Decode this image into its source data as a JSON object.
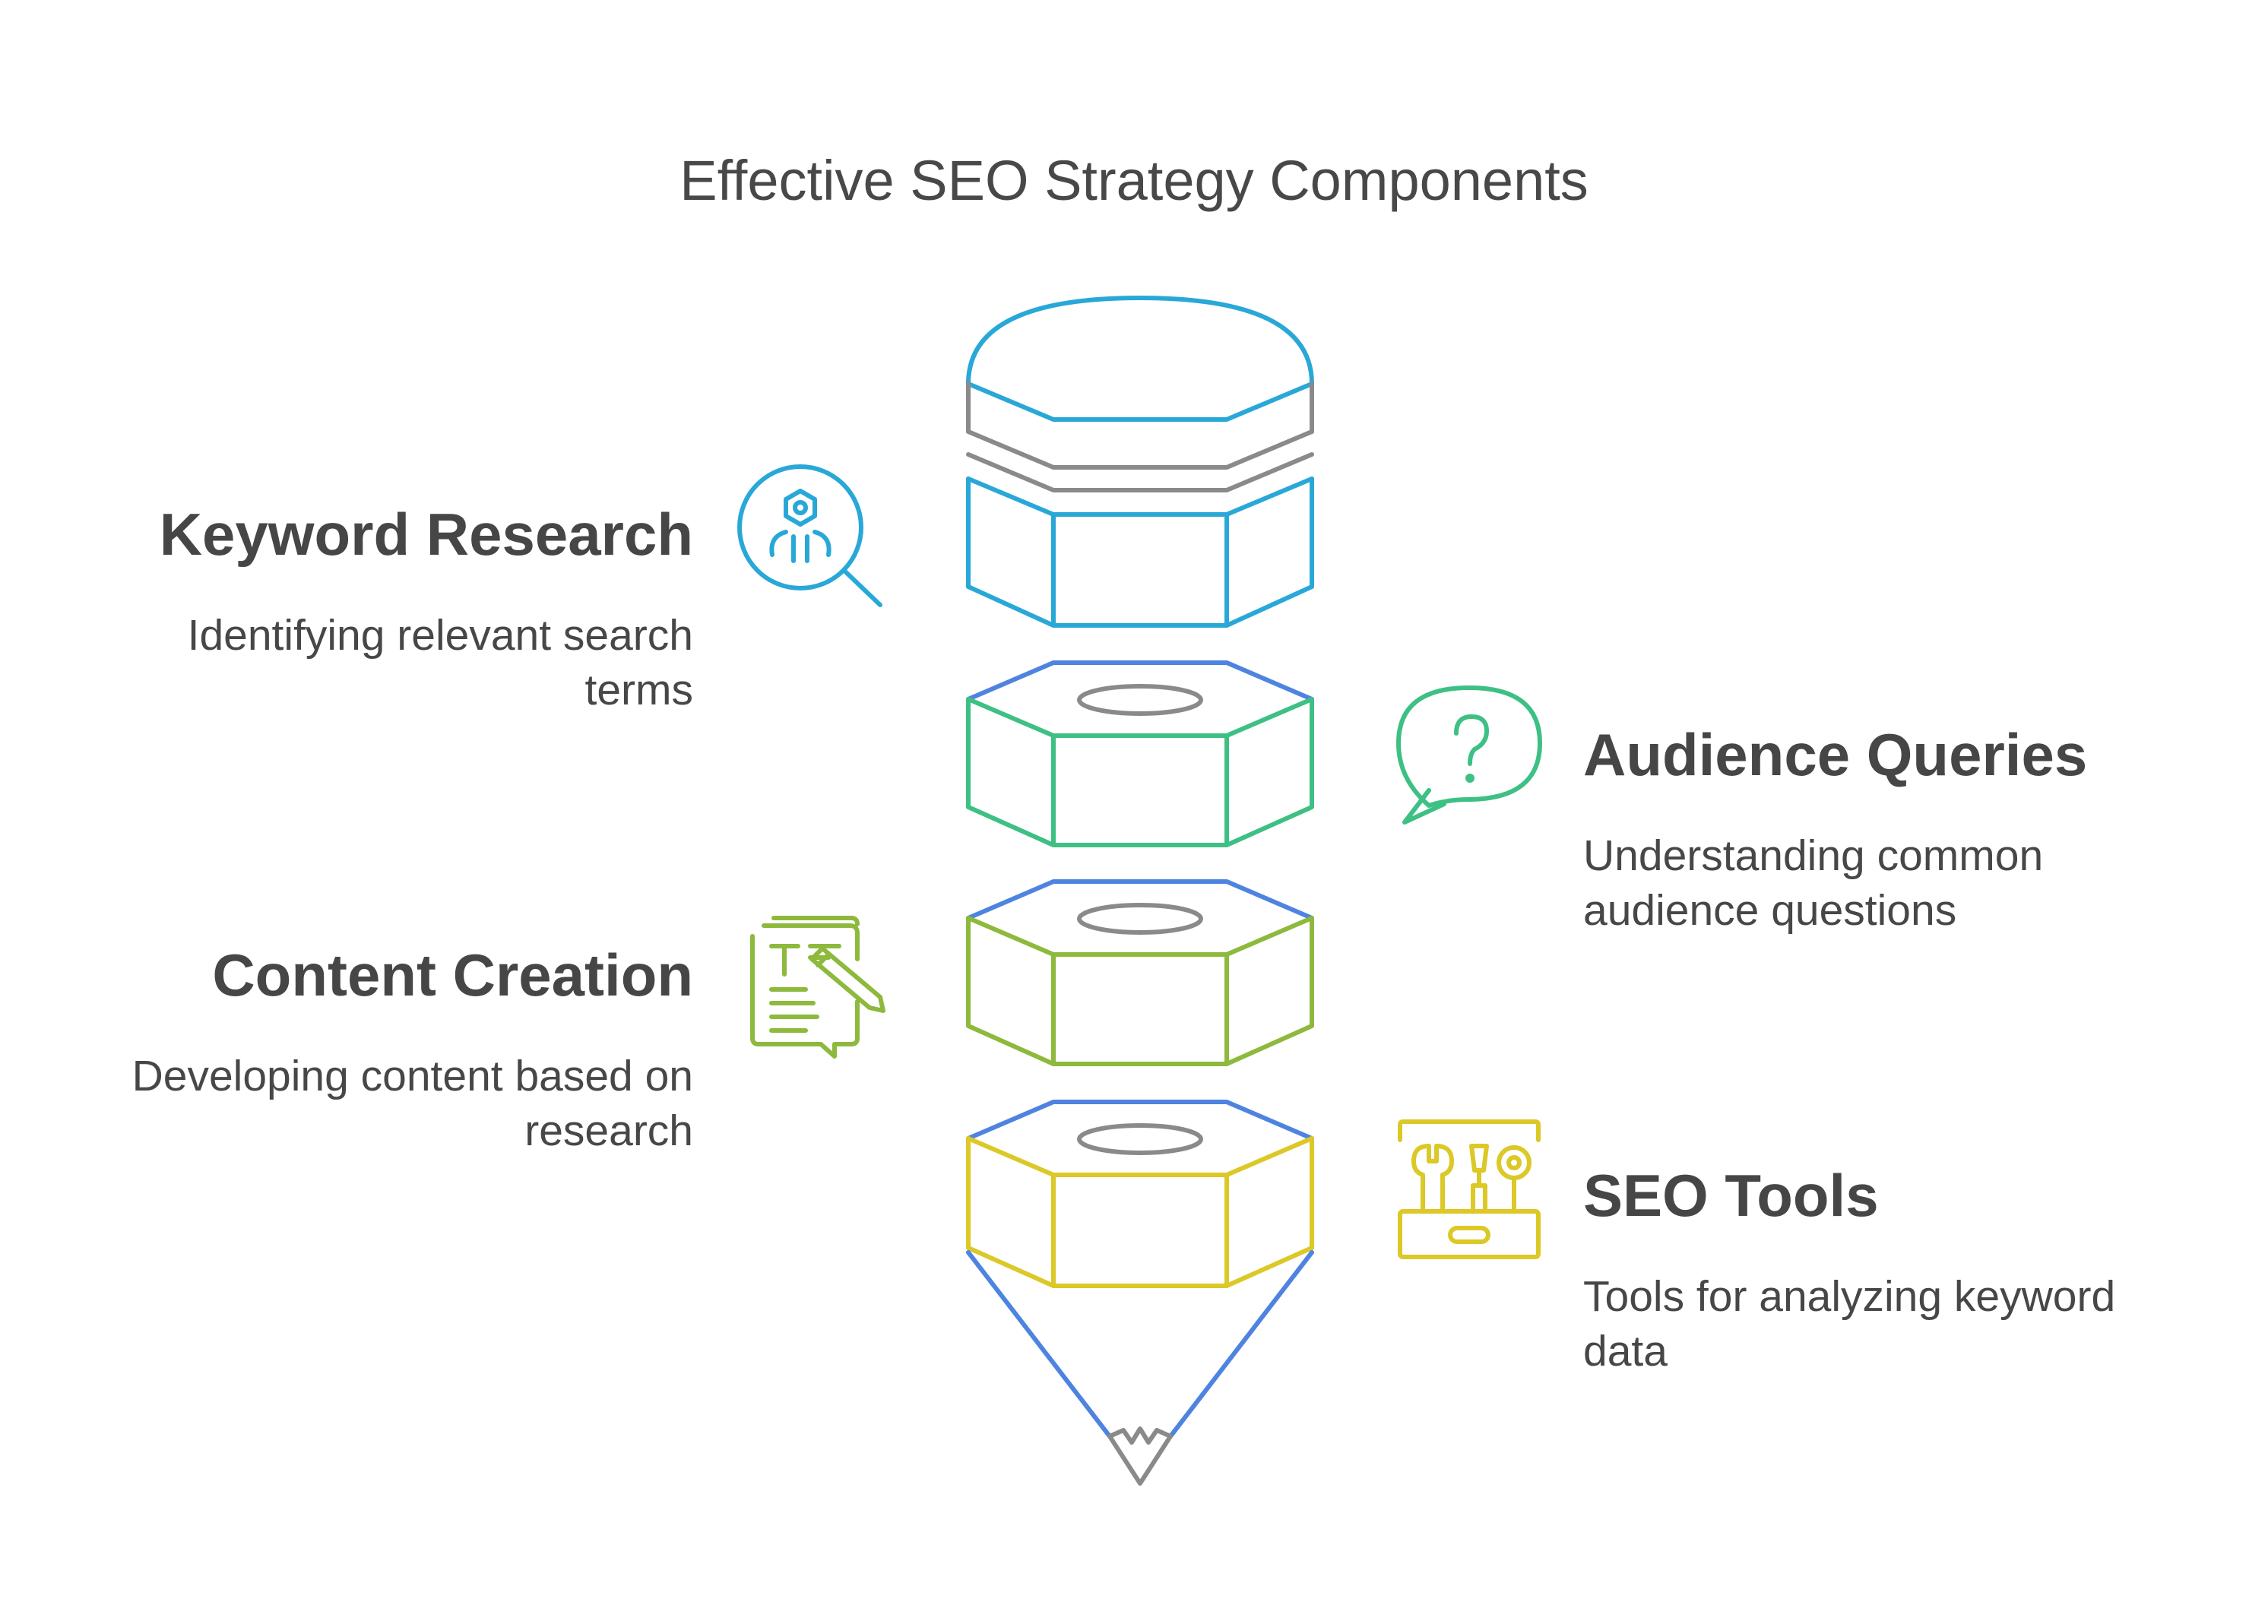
{
  "title": "Effective SEO Strategy Components",
  "items": [
    {
      "heading": "Keyword Research",
      "description": "Identifying relevant search terms",
      "icon": "magnifier-icon",
      "color": "#29A8D8",
      "side": "left"
    },
    {
      "heading": "Audience Queries",
      "description": "Understanding common audience questions",
      "icon": "question-bubble-icon",
      "color": "#3EC084",
      "side": "right"
    },
    {
      "heading": "Content Creation",
      "description": "Developing content based on research",
      "icon": "document-pencil-icon",
      "color": "#8DB93C",
      "side": "left"
    },
    {
      "heading": "SEO Tools",
      "description": "Tools for analyzing keyword data",
      "icon": "toolbox-icon",
      "color": "#DCC826",
      "side": "right"
    }
  ],
  "colors": {
    "pencil_tip": "#4E84E0",
    "gray": "#8A8A8A"
  }
}
